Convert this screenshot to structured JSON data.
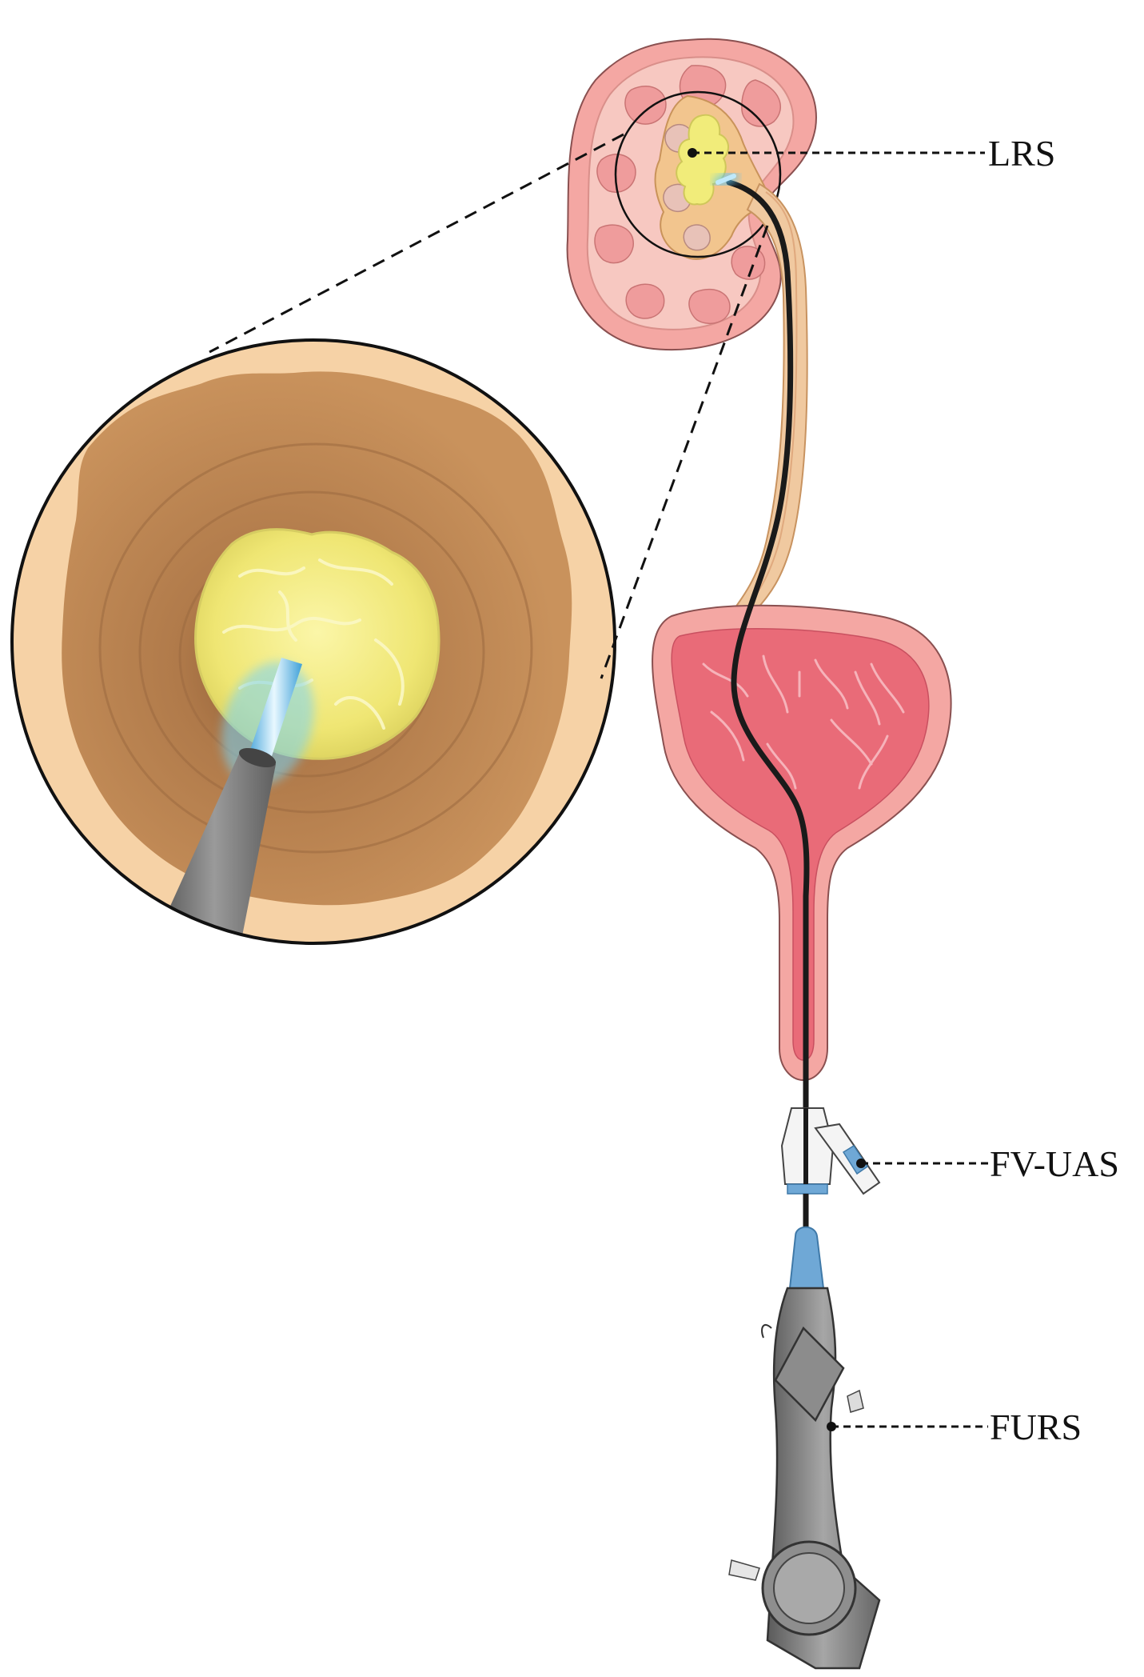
{
  "labels": {
    "lrs": "LRS",
    "fv_uas": "FV-UAS",
    "furs": "FURS"
  },
  "colors": {
    "kidney_outer": "#f4a7a3",
    "kidney_cortex": "#f7c8c1",
    "pyramid": "#ef9c9c",
    "renal_pelvis": "#f2c58e",
    "stone": "#f1ec7a",
    "laser_tip": "#8fd3f0",
    "ureter": "#f0c9a0",
    "bladder": "#ef8e93",
    "bladder_inner": "#e96b78",
    "magnified_wall": "#c48a55",
    "magnified_rim": "#f6d2a6",
    "scope_grey": "#7d7d7d",
    "sheath_blue": "#6fa8d6",
    "line": "#111111"
  }
}
